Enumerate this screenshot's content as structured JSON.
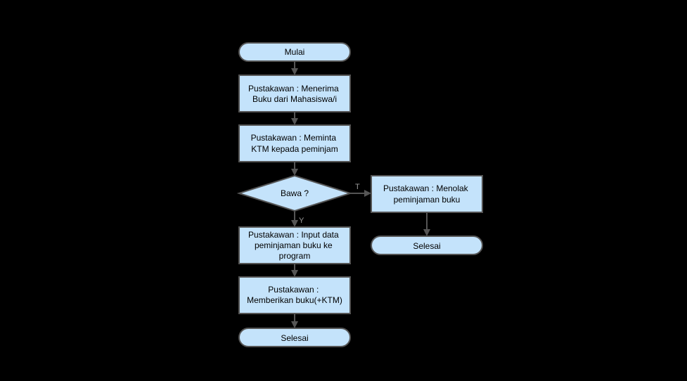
{
  "colors": {
    "background": "#000000",
    "node_fill": "#c4e3fb",
    "node_stroke": "#555555",
    "edge": "#555555",
    "edge_label": "#9a9a9a",
    "text": "#000000"
  },
  "nodes": {
    "start": {
      "shape": "terminator",
      "lines": [
        "Mulai"
      ]
    },
    "receive_book": {
      "shape": "process",
      "lines": [
        "Pustakawan : Menerima",
        "Buku dari Mahasiswa/i"
      ]
    },
    "ask_ktm": {
      "shape": "process",
      "lines": [
        "Pustakawan : Meminta",
        "KTM kepada peminjam"
      ]
    },
    "decision": {
      "shape": "decision",
      "lines": [
        "Bawa ?"
      ]
    },
    "input_data": {
      "shape": "process",
      "lines": [
        "Pustakawan : Input data",
        "peminjaman buku ke",
        "program"
      ]
    },
    "give_book": {
      "shape": "process",
      "lines": [
        "Pustakawan :",
        "Memberikan buku(+KTM)"
      ]
    },
    "end_main": {
      "shape": "terminator",
      "lines": [
        "Selesai"
      ]
    },
    "reject": {
      "shape": "process",
      "lines": [
        "Pustakawan : Menolak",
        "peminjaman buku"
      ]
    },
    "end_reject": {
      "shape": "terminator",
      "lines": [
        "Selesai"
      ]
    }
  },
  "edges": [
    {
      "from": "start",
      "to": "receive_book",
      "label": ""
    },
    {
      "from": "receive_book",
      "to": "ask_ktm",
      "label": ""
    },
    {
      "from": "ask_ktm",
      "to": "decision",
      "label": ""
    },
    {
      "from": "decision",
      "to": "input_data",
      "label": "Y"
    },
    {
      "from": "decision",
      "to": "reject",
      "label": "T"
    },
    {
      "from": "input_data",
      "to": "give_book",
      "label": ""
    },
    {
      "from": "give_book",
      "to": "end_main",
      "label": ""
    },
    {
      "from": "reject",
      "to": "end_reject",
      "label": ""
    }
  ]
}
